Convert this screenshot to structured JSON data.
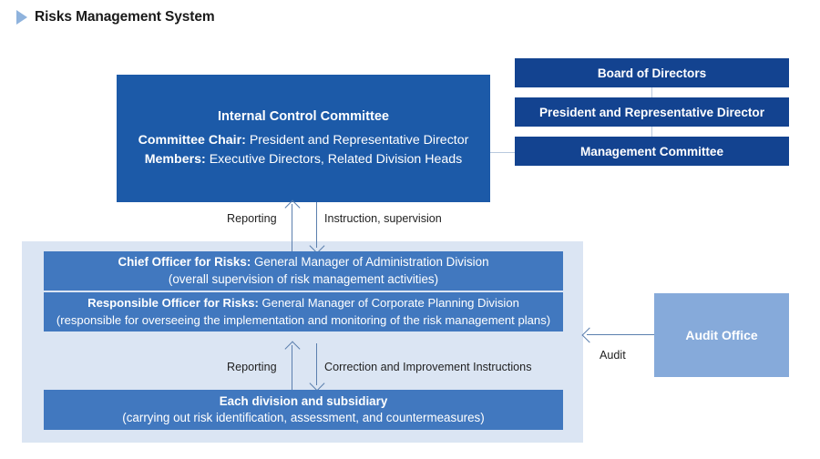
{
  "page": {
    "title": "Risks Management System",
    "marker_icon": "triangle-right-icon"
  },
  "colors": {
    "navy": "#134390",
    "royal": "#1c5aa8",
    "medium_blue": "#4178bf",
    "light_blue": "#86aada",
    "panel_bg": "#dbe5f3",
    "connector": "#5b7fae",
    "marker": "#8fb3dd"
  },
  "committee": {
    "heading": "Internal Control Committee",
    "chair_label": "Committee Chair:",
    "chair_value": "President and Representative Director",
    "members_label": "Members:",
    "members_value": "Executive Directors, Related Division Heads"
  },
  "governance": {
    "board": "Board of Directors",
    "president": "President and Representative Director",
    "management_committee": "Management Committee"
  },
  "risk_panel": {
    "chief_label": "Chief Officer for Risks:",
    "chief_value": "General Manager of Administration Division",
    "chief_note": "(overall supervision of risk management activities)",
    "responsible_label": "Responsible Officer for Risks:",
    "responsible_value": "General Manager of Corporate Planning Division",
    "responsible_note": "(responsible for overseeing the implementation and monitoring of the risk management plans)",
    "divisions_title": "Each division and subsidiary",
    "divisions_note": "(carrying out risk identification, assessment, and countermeasures)"
  },
  "audit": {
    "office": "Audit Office",
    "arrow_label": "Audit"
  },
  "connectors": {
    "reporting_upper": "Reporting",
    "instruction": "Instruction, supervision",
    "reporting_lower": "Reporting",
    "correction": "Correction and Improvement Instructions"
  }
}
